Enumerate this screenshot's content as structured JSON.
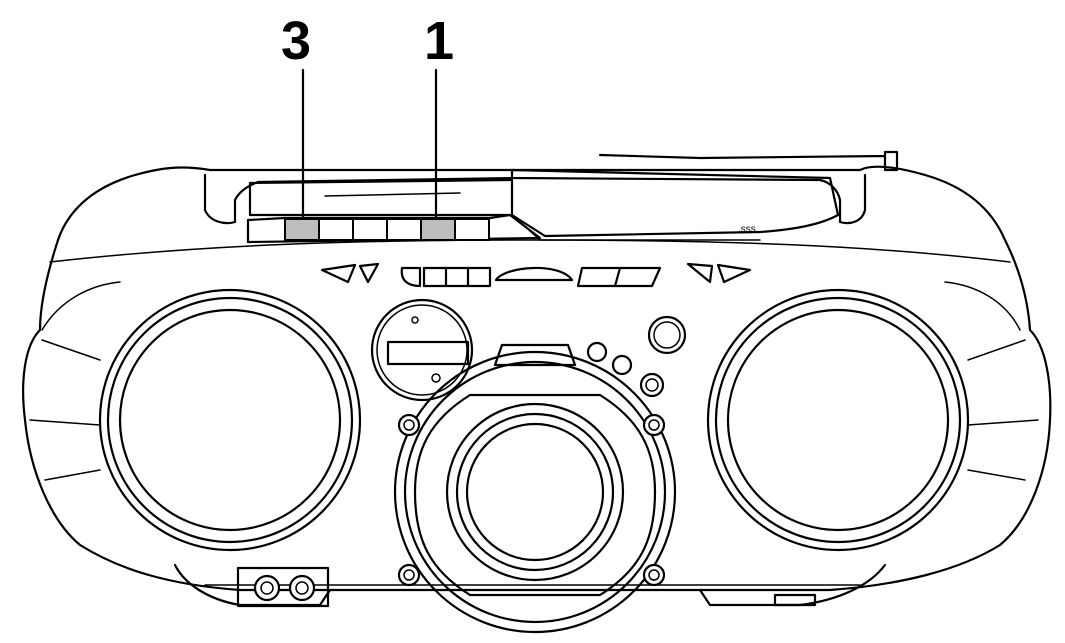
{
  "callouts": [
    {
      "id": "3",
      "label": "3",
      "target": "stop-eject-button"
    },
    {
      "id": "1",
      "label": "1",
      "target": "play-button"
    }
  ],
  "colors": {
    "line": "#000000",
    "background": "#ffffff",
    "highlight": "#bdbdbd"
  }
}
